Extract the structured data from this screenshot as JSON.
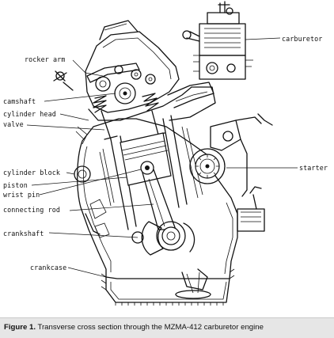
{
  "labels": {
    "rocker_arm": "rocker arm",
    "camshaft": "camshaft",
    "cylinder_head": "cylinder head",
    "valve": "valve",
    "cylinder_block": "cylinder block",
    "piston": "piston",
    "wrist_pin": "wrist pin",
    "connecting_rod": "connecting rod",
    "crankshaft": "crankshaft",
    "crankcase": "crankcase",
    "carburetor": "carburetor",
    "starter": "starter"
  },
  "caption": {
    "prefix": "Figure 1.",
    "text": "Transverse cross section through the MZMA-412 carburetor engine"
  }
}
